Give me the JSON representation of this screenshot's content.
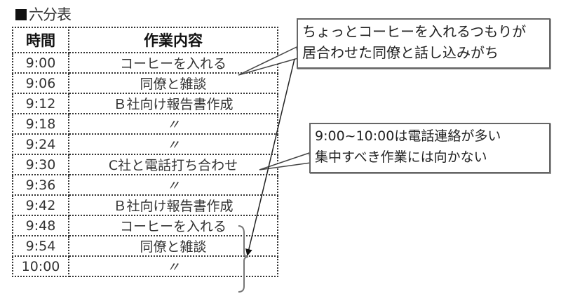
{
  "title": "六分表",
  "table": {
    "headers": [
      "時間",
      "作業内容"
    ],
    "rows": [
      {
        "time": "9:00",
        "task": "コーヒーを入れる"
      },
      {
        "time": "9:06",
        "task": "同僚と雑談"
      },
      {
        "time": "9:12",
        "task": "Ｂ社向け報告書作成"
      },
      {
        "time": "9:18",
        "task": "〃"
      },
      {
        "time": "9:24",
        "task": "〃"
      },
      {
        "time": "9:30",
        "task": "C社と電話打ち合わせ"
      },
      {
        "time": "9:36",
        "task": "〃"
      },
      {
        "time": "9:42",
        "task": "Ｂ社向け報告書作成"
      },
      {
        "time": "9:48",
        "task": "コーヒーを入れる"
      },
      {
        "time": "9:54",
        "task": "同僚と雑談"
      },
      {
        "time": "10:00",
        "task": "〃"
      }
    ]
  },
  "callouts": [
    {
      "lines": [
        "ちょっとコーヒーを入れるつもりが",
        "居合わせた同僚と話し込みがち"
      ]
    },
    {
      "lines": [
        "9:00~10:00は電話連絡が多い",
        "集中すべき作業には向かない"
      ]
    }
  ]
}
